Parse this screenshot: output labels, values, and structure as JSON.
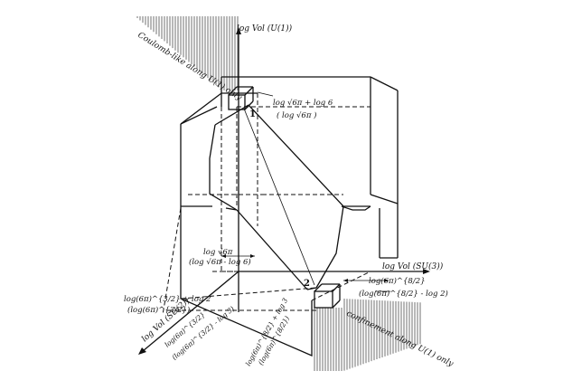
{
  "diagram": {
    "axes": {
      "u1": "log Vol (U(1))",
      "su3": "log Vol (SU(3))",
      "su2": "log Vol (SU(2))"
    },
    "regions": {
      "coulomb": "Coulomb-like along U(1) only",
      "confinement": "confinement along U(1) only"
    },
    "points": {
      "p1": "1",
      "p2": "2"
    },
    "labels": {
      "top_a": "log √6π + log 6",
      "top_b": "( log √6π )",
      "mid_a": "log √6π",
      "mid_b": "(log √6π - log 6)",
      "right_a": "log(6π)^{8/2}",
      "right_b": "(log(6π)^{8/2} - log 2)",
      "left_a": "log(6π)^{3/2} + log 2",
      "left_b": "(log(6π)^{3/2})",
      "bl_a": "log(6π)^{3/2}",
      "bl_b": "(log(6π)^{3/2} - log 3)",
      "bm_a": "log(6π)^{8/2} + log 3",
      "bm_b": "(log(6π)^{8/2})"
    }
  }
}
